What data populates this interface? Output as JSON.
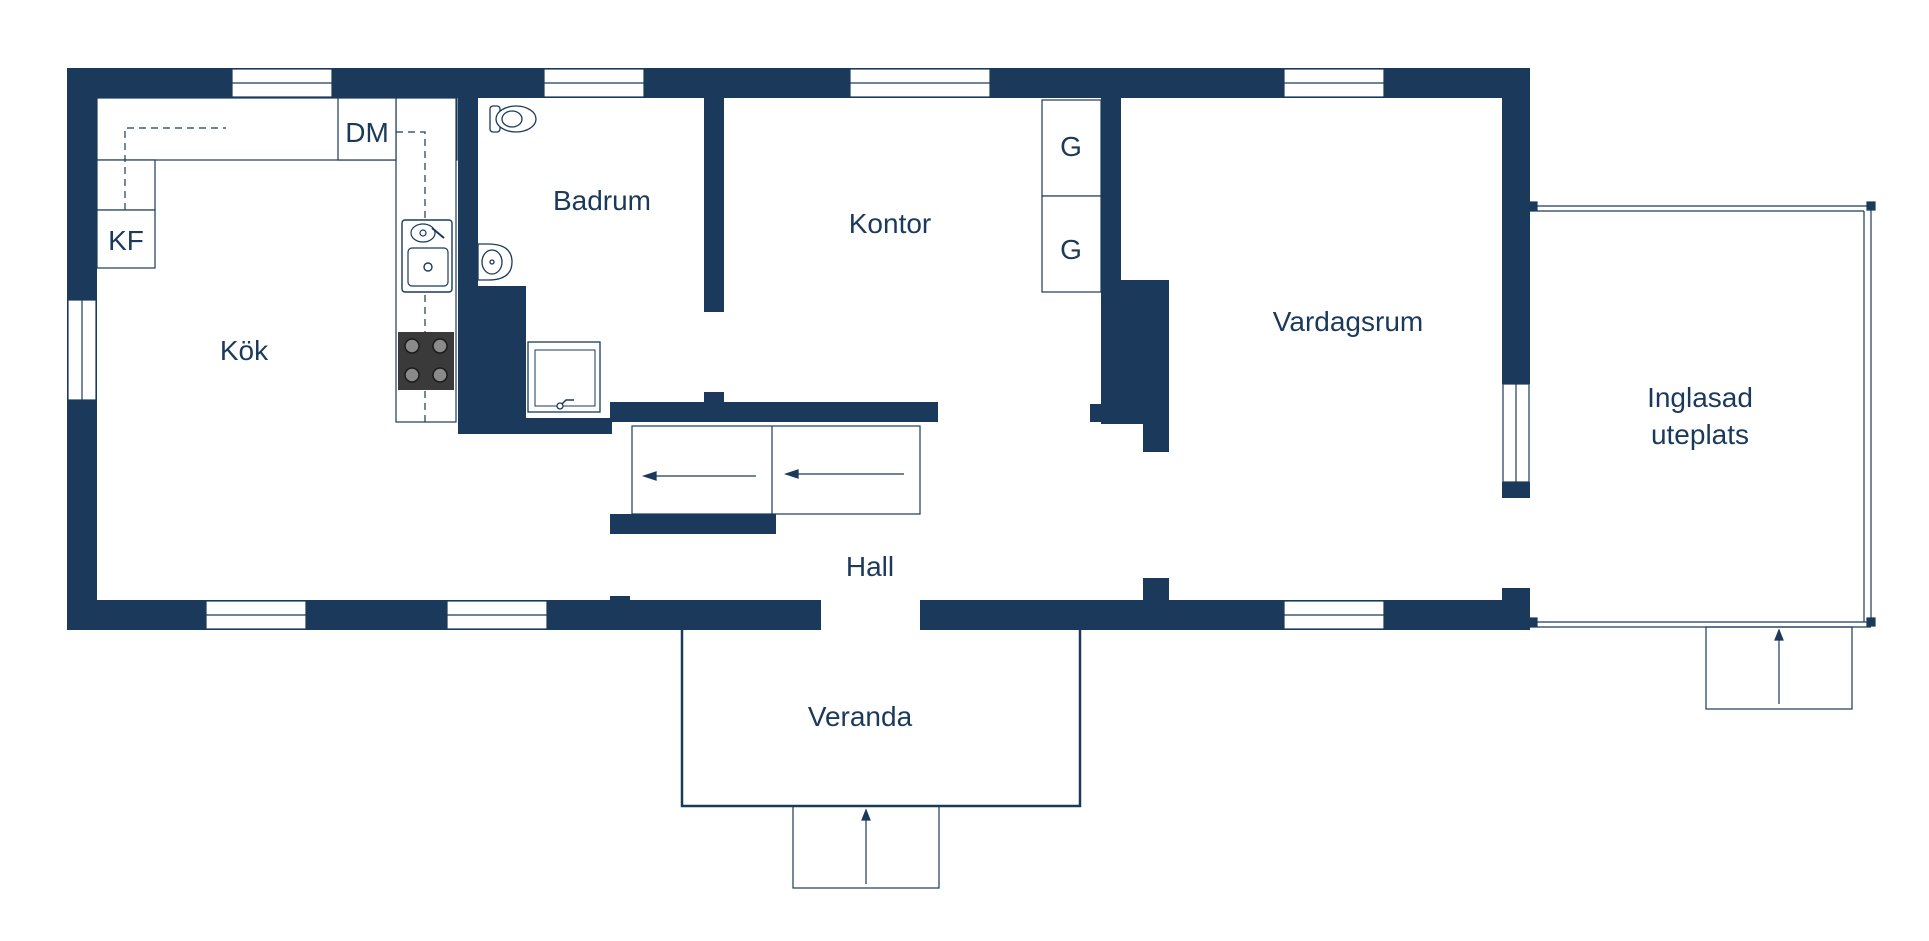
{
  "colors": {
    "wall": "#1b3a5b",
    "line": "#1b3a5b",
    "window": "#ffffff",
    "background": "#ffffff",
    "stove": "#3a3a3a"
  },
  "rooms": {
    "kok": "Kök",
    "badrum": "Badrum",
    "kontor": "Kontor",
    "vardagsrum": "Vardagsrum",
    "inglasad_line1": "Inglasad",
    "inglasad_line2": "uteplats",
    "hall": "Hall",
    "veranda": "Veranda"
  },
  "fixtures": {
    "dm": "DM",
    "kf": "KF",
    "wardrobe_top": "G",
    "wardrobe_bottom": "G"
  },
  "icons": [
    "toilet-icon",
    "washbasin-icon",
    "shower-icon",
    "sink-icon",
    "stove-icon",
    "entry-arrow-icon",
    "sliding-door-arrow-icon"
  ]
}
